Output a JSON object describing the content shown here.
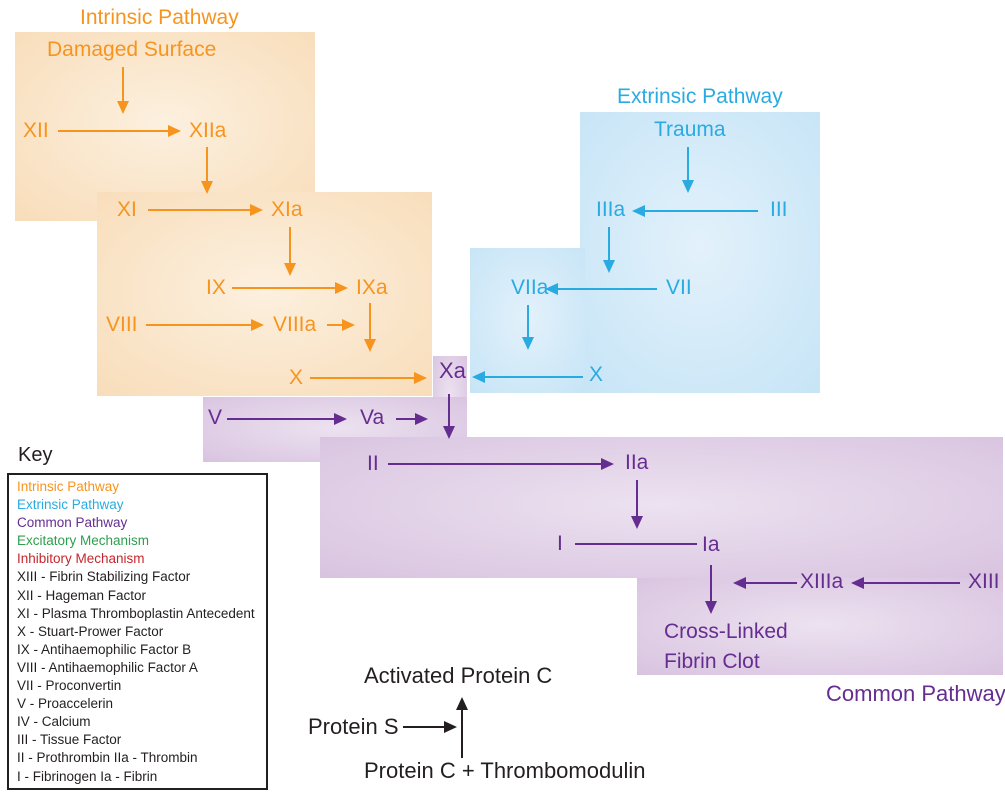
{
  "colors": {
    "intrinsic": "#F7941E",
    "extrinsic": "#29ABE2",
    "common": "#662D91",
    "excitatory": "#2E9E4E",
    "inhibitory": "#C4272E",
    "ink": "#231F20",
    "intrinsic_bg_center": "#FCF0DF",
    "intrinsic_bg_edge": "#F8DCB8",
    "extrinsic_bg_center": "#E3F1FB",
    "extrinsic_bg_edge": "#C5E4F6",
    "common_bg_center": "#ECE2F0",
    "common_bg_edge": "#D8C2DF"
  },
  "intrinsic": {
    "title": "Intrinsic Pathway",
    "nodes": {
      "damaged_surface": "Damaged Surface",
      "xii": "XII",
      "xiia": "XIIa",
      "xi": "XI",
      "xia": "XIa",
      "ix": "IX",
      "ixa": "IXa",
      "viii": "VIII",
      "viiia": "VIIIa",
      "x": "X"
    }
  },
  "extrinsic": {
    "title": "Extrinsic Pathway",
    "nodes": {
      "trauma": "Trauma",
      "iiia": "IIIa",
      "iii": "III",
      "viia": "VIIa",
      "vii": "VII",
      "x": "X"
    }
  },
  "common": {
    "title": "Common Pathway",
    "nodes": {
      "xa": "Xa",
      "v": "V",
      "va": "Va",
      "ii": "II",
      "iia": "IIa",
      "i": "I",
      "ia": "Ia",
      "xiiia": "XIIIa",
      "xiii": "XIII",
      "clot_line1": "Cross-Linked",
      "clot_line2": "Fibrin Clot"
    }
  },
  "protein_system": {
    "activated_protein_c": "Activated Protein C",
    "protein_s": "Protein S",
    "protein_c_thrombomodulin": "Protein C + Thrombomodulin"
  },
  "key": {
    "title": "Key",
    "entries": [
      {
        "id": "intrinsic-pathway",
        "label": "Intrinsic Pathway",
        "color": "#F7941E"
      },
      {
        "id": "extrinsic-pathway",
        "label": "Extrinsic Pathway",
        "color": "#29ABE2"
      },
      {
        "id": "common-pathway",
        "label": "Common Pathway",
        "color": "#662D91"
      },
      {
        "id": "excitatory-mechanism",
        "label": "Excitatory Mechanism",
        "color": "#2E9E4E"
      },
      {
        "id": "inhibitory-mechanism",
        "label": "Inhibitory Mechanism",
        "color": "#C4272E"
      },
      {
        "id": "xiii",
        "label": "XIII - Fibrin Stabilizing Factor",
        "color": "#231F20"
      },
      {
        "id": "xii",
        "label": "XII - Hageman Factor",
        "color": "#231F20"
      },
      {
        "id": "xi",
        "label": "XI - Plasma Thromboplastin Antecedent",
        "color": "#231F20"
      },
      {
        "id": "x",
        "label": "X - Stuart-Prower Factor",
        "color": "#231F20"
      },
      {
        "id": "ix",
        "label": "IX - Antihaemophilic Factor B",
        "color": "#231F20"
      },
      {
        "id": "viii",
        "label": "VIII - Antihaemophilic Factor A",
        "color": "#231F20"
      },
      {
        "id": "vii",
        "label": "VII - Proconvertin",
        "color": "#231F20"
      },
      {
        "id": "v",
        "label": "V - Proaccelerin",
        "color": "#231F20"
      },
      {
        "id": "iv",
        "label": "IV - Calcium",
        "color": "#231F20"
      },
      {
        "id": "iii",
        "label": "III - Tissue Factor",
        "color": "#231F20"
      },
      {
        "id": "ii",
        "label": "II - Prothrombin  IIa - Thrombin",
        "color": "#231F20"
      },
      {
        "id": "i",
        "label": "I - Fibrinogen  Ia - Fibrin",
        "color": "#231F20"
      }
    ]
  }
}
